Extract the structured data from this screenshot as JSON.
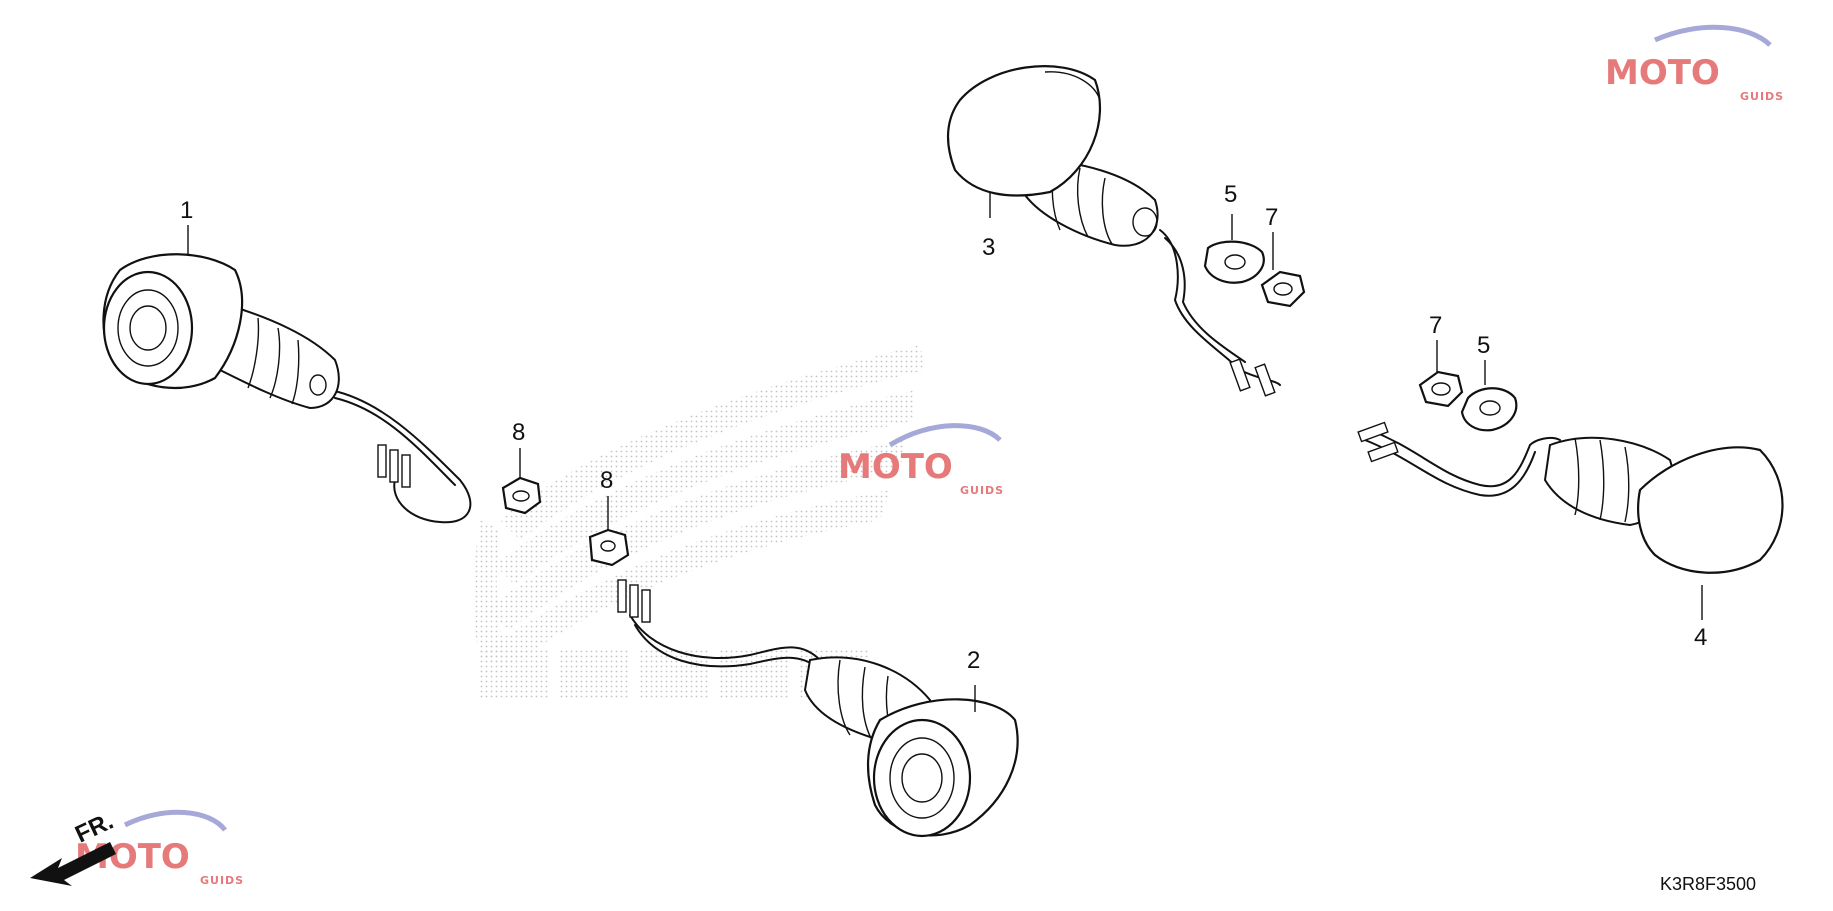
{
  "diagram": {
    "callouts": [
      {
        "id": "1",
        "label": "1"
      },
      {
        "id": "2",
        "label": "2"
      },
      {
        "id": "3",
        "label": "3"
      },
      {
        "id": "4",
        "label": "4"
      },
      {
        "id": "5a",
        "label": "5"
      },
      {
        "id": "7a",
        "label": "7"
      },
      {
        "id": "7b",
        "label": "7"
      },
      {
        "id": "5b",
        "label": "5"
      },
      {
        "id": "8a",
        "label": "8"
      },
      {
        "id": "8b",
        "label": "8"
      }
    ],
    "diagram_code": "K3R8F3500",
    "direction_label": "FR."
  },
  "watermark": {
    "brand": "MOTO",
    "sub": "GUIDS",
    "color": "#e67a7a"
  }
}
